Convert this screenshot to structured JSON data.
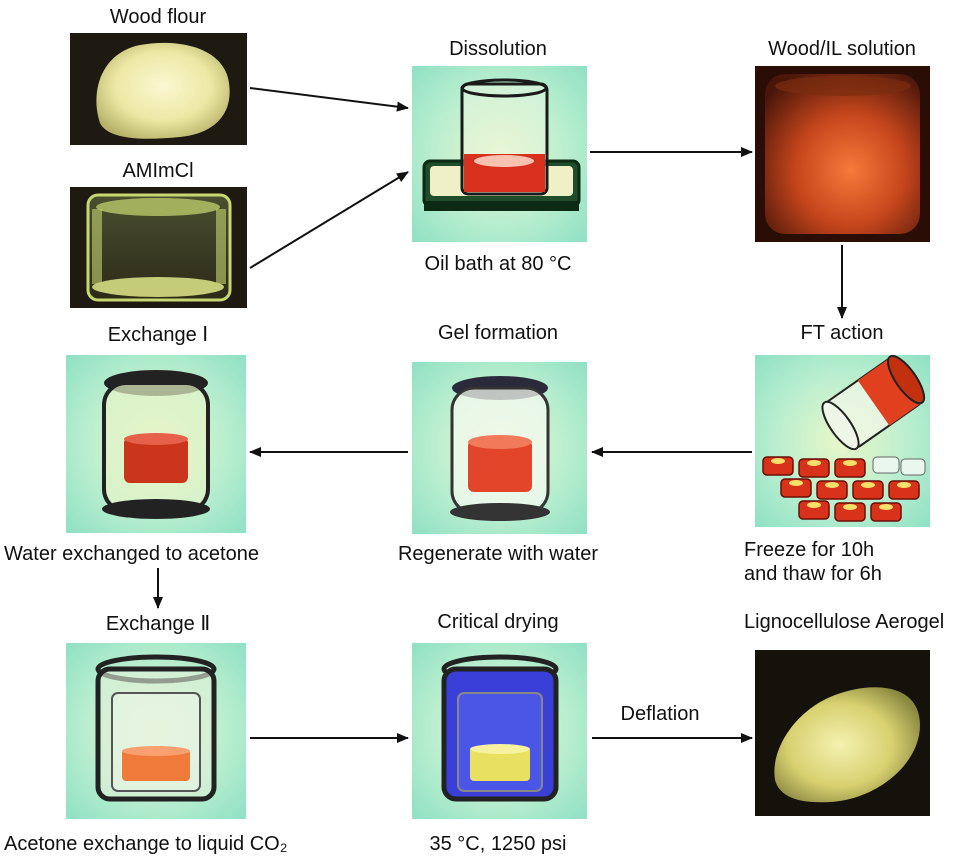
{
  "labels": {
    "wood_flour": "Wood flour",
    "amimcl": "AMImCl",
    "dissolution": "Dissolution",
    "oil_bath": "Oil bath at 80 °C",
    "wood_il_solution": "Wood/IL solution",
    "ft_action": "FT action",
    "freeze_line1": "Freeze for 10h",
    "freeze_line2": "and thaw for 6h",
    "gel_formation": "Gel formation",
    "regenerate": "Regenerate with water",
    "exchange1": "Exchange Ⅰ",
    "water_exchanged": "Water exchanged to acetone",
    "exchange2": "Exchange Ⅱ",
    "acetone_exchange": "Acetone exchange to liquid CO₂",
    "critical_drying": "Critical drying",
    "drying_conditions": "35 °C, 1250 psi",
    "deflation": "Deflation",
    "aerogel": "Lignocellulose Aerogel"
  },
  "colors": {
    "panel_teal": "#b9eecf",
    "gel_red": "#e2452a",
    "photo_dark": "#1e1a12",
    "wood_yellow": "#f2efb0",
    "acetone_orange": "#f07a3a",
    "co2_blue": "#3a3fd8",
    "dried_yellow": "#e8e060"
  }
}
